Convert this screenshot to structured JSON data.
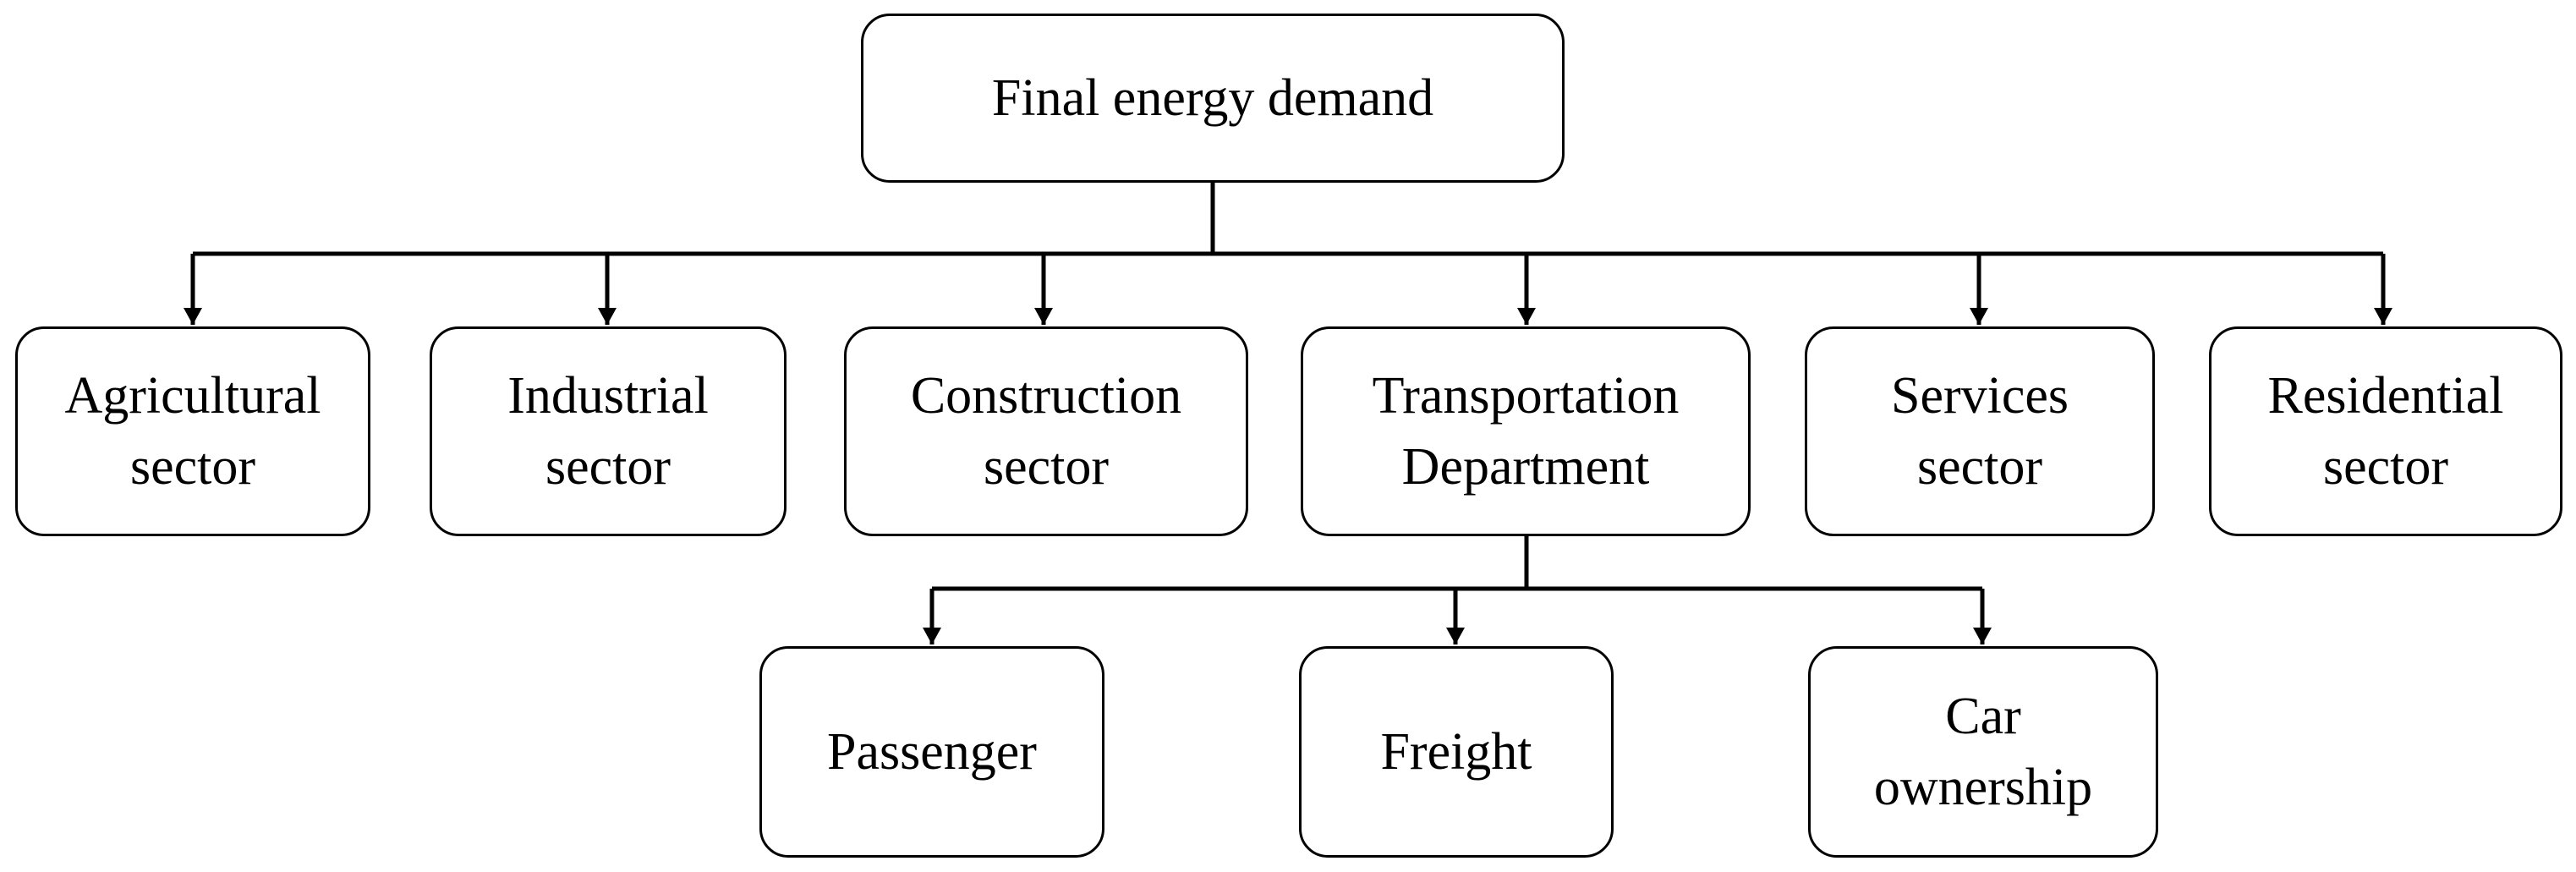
{
  "diagram": {
    "root": {
      "label": "Final energy demand"
    },
    "sectors": [
      {
        "line1": "Agricultural",
        "line2": "sector"
      },
      {
        "line1": "Industrial",
        "line2": "sector"
      },
      {
        "line1": "Construction",
        "line2": "sector"
      },
      {
        "line1": "Transportation",
        "line2": "Department"
      },
      {
        "line1": "Services",
        "line2": "sector"
      },
      {
        "line1": "Residential",
        "line2": "sector"
      }
    ],
    "transport_children": [
      {
        "line1": "Passenger",
        "line2": ""
      },
      {
        "line1": "Freight",
        "line2": ""
      },
      {
        "line1": "Car",
        "line2": "ownership"
      }
    ],
    "colors": {
      "line": "#000000",
      "box_border": "#000000",
      "box_fill": "#ffffff",
      "text": "#000000"
    }
  }
}
